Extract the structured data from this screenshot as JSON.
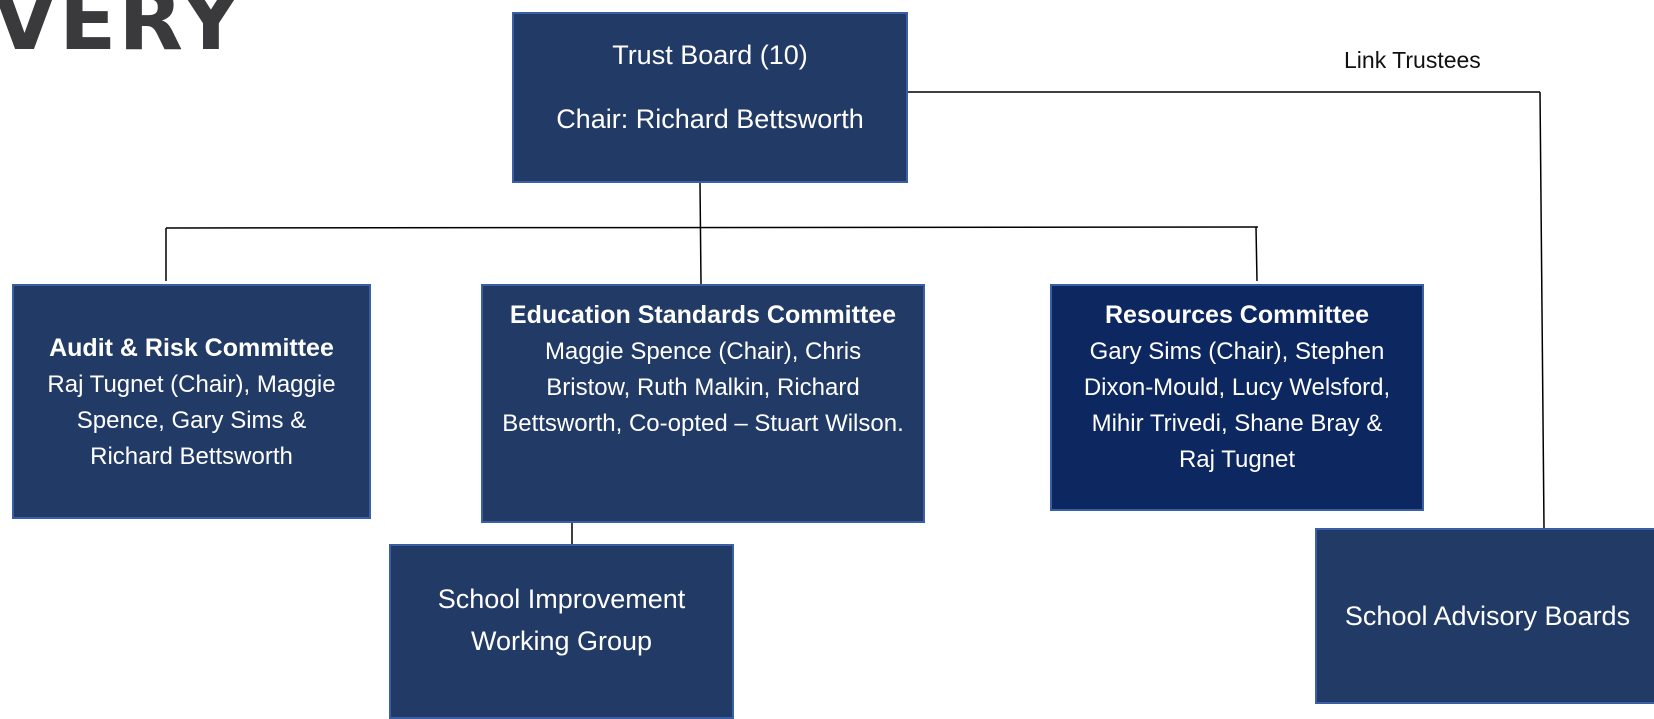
{
  "logo": {
    "text": "VERY"
  },
  "link_label": "Link Trustees",
  "trust_board": {
    "title": "Trust Board (10)",
    "chair": "Chair: Richard Bettsworth"
  },
  "committees": {
    "audit": {
      "title": "Audit & Risk Committee",
      "members": "Raj Tugnet (Chair), Maggie Spence, Gary Sims & Richard Bettsworth"
    },
    "education": {
      "title": "Education Standards Committee",
      "members": "Maggie Spence (Chair), Chris Bristow, Ruth Malkin, Richard Bettsworth,  Co-opted – Stuart Wilson."
    },
    "resources": {
      "title": "Resources Committee",
      "members": "Gary Sims (Chair), Stephen Dixon-Mould, Lucy Welsford, Mihir Trivedi, Shane Bray & Raj Tugnet"
    }
  },
  "school_improvement": {
    "title": "School Improvement Working Group"
  },
  "advisory_boards": {
    "title": "School Advisory Boards"
  },
  "colors": {
    "box_fill": "#223a66",
    "box_fill_dark": "#0d2760",
    "box_border": "#3b5fa6",
    "box_text": "#ffffff",
    "line": "#000000"
  }
}
